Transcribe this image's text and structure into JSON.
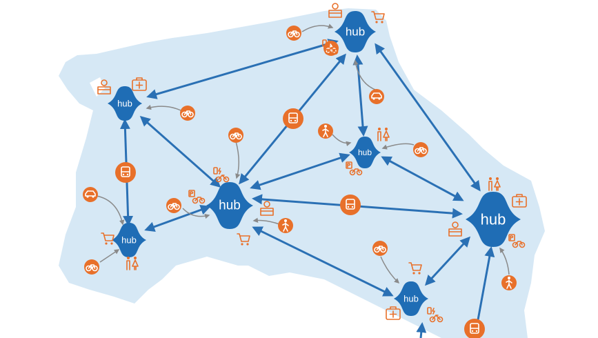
{
  "colors": {
    "land": "#d6e8f5",
    "hub": "#1f6db5",
    "arrow": "#2a70b4",
    "connector": "#8a8a8a",
    "service": "#e8702a",
    "white": "#ffffff"
  },
  "hubs": [
    {
      "id": "hub-north",
      "label": "hub"
    },
    {
      "id": "hub-west",
      "label": "hub"
    },
    {
      "id": "hub-central",
      "label": "hub"
    },
    {
      "id": "hub-middle-east",
      "label": "hub"
    },
    {
      "id": "hub-southwest",
      "label": "hub"
    },
    {
      "id": "hub-east",
      "label": "hub"
    },
    {
      "id": "hub-south",
      "label": "hub"
    }
  ],
  "icons": {
    "bike": "bike-icon",
    "car": "car-icon",
    "bus": "bus-icon",
    "walk": "pedestrian-icon",
    "ebike": "ebike-charging-icon",
    "bike_parking": "bike-parking-icon",
    "cart": "shopping-cart-icon",
    "medical": "first-aid-kit-icon",
    "parcel": "parcel-locker-icon",
    "toilets": "toilets-icon"
  }
}
